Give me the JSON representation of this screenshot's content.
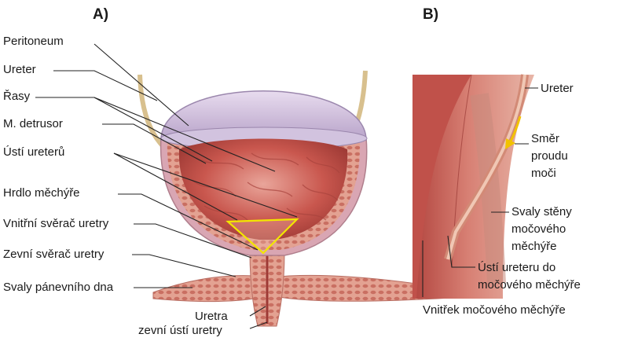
{
  "panel_a": {
    "title": "A)",
    "labels": {
      "peritoneum": "Peritoneum",
      "ureter": "Ureter",
      "rasy": "Řasy",
      "detrusor": "M. detrusor",
      "usti_ureteru": "Ústí ureterů",
      "hrdlo": "Hrdlo měchýře",
      "vnitrni_sverac": "Vnitřní svěrač uretry",
      "zevni_sverac": "Zevní svěrač uretry",
      "svaly_panevniho_dna": "Svaly pánevního dna",
      "uretra": "Uretra",
      "zevni_usti": "zevní ústí uretry"
    }
  },
  "panel_b": {
    "title": "B)",
    "labels": {
      "ureter": "Ureter",
      "smer_1": "Směr",
      "smer_2": "proudu",
      "smer_3": "moči",
      "svaly_1": "Svaly stěny",
      "svaly_2": "močového",
      "svaly_3": "měchýře",
      "usti_1": "Ústí ureteru do",
      "usti_2": "močového měchýře",
      "vnitrek": "Vnitřek močového měchýře"
    }
  },
  "colors": {
    "bladder_outer": "#d9a6b3",
    "peritoneum": "#c7b8d6",
    "muscle": "#d98a78",
    "lumen": "#c9574e",
    "trigone_outline": "#f2e600",
    "ureter_tube": "#e8cf9a",
    "leader_line": "#222222",
    "flow_arrow": "#f2c200"
  }
}
